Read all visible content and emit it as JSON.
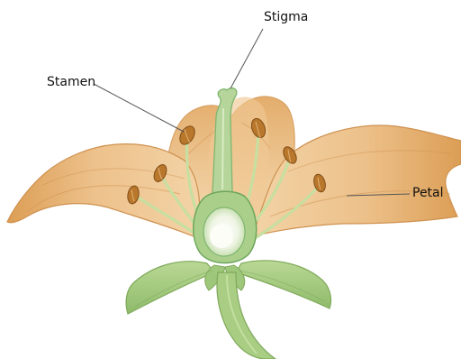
{
  "diagram": {
    "labels": {
      "stigma": "Stigma",
      "stamen": "Stamen",
      "petal": "Petal"
    },
    "colors": {
      "petal_light": "#f3d3a6",
      "petal_mid": "#e8b57a",
      "petal_dark": "#d0904a",
      "anther": "#b9772b",
      "anther_dark": "#8a5418",
      "filament": "#c7dfa0",
      "pistil": "#b6d59a",
      "ovary_outline": "#7fb56f",
      "ovule": "#f4f7ee",
      "leaf": "#a9cd84",
      "leaf_dark": "#86b263",
      "stem": "#9dc479",
      "leader_line": "#555555"
    }
  }
}
